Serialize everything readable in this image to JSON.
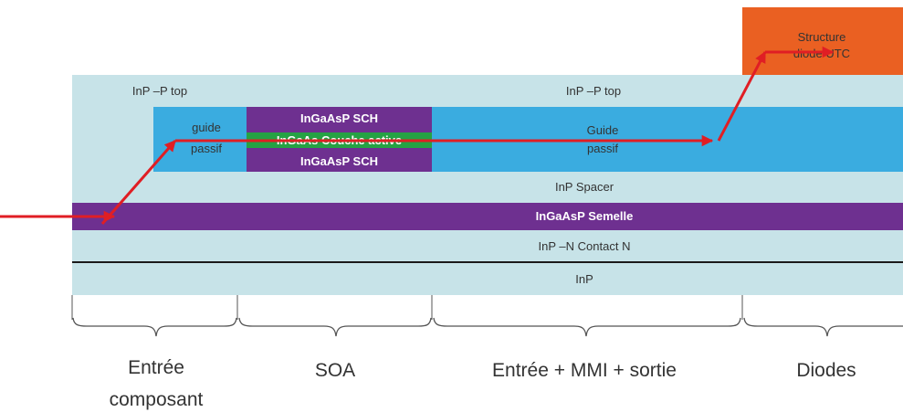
{
  "layers": {
    "top_left": "InP –P top",
    "top_right": "InP –P top",
    "guide_left_1": "guide",
    "guide_left_2": "passif",
    "soa_sch_top": "InGaAsP SCH",
    "soa_active": "InGaAs Couche active",
    "soa_sch_bottom": "InGaAsP SCH",
    "guide_right_1": "Guide",
    "guide_right_2": "passif",
    "spacer": "InP Spacer",
    "semelle": "InGaAsP Semelle",
    "contact": "InP –N Contact N",
    "substrate": "InP",
    "diode_1": "Structure",
    "diode_2": "diode UTC"
  },
  "sections": {
    "entree_1": "Entrée",
    "entree_2": "composant",
    "soa": "SOA",
    "mmi": "Entrée + MMI + sortie",
    "diodes": "Diodes"
  },
  "colors": {
    "light_blue": "#c7e3e8",
    "guide_blue": "#3aace0",
    "purple": "#6e3090",
    "green": "#25a244",
    "orange": "#ea6022",
    "arrow_red": "#e01e24"
  }
}
